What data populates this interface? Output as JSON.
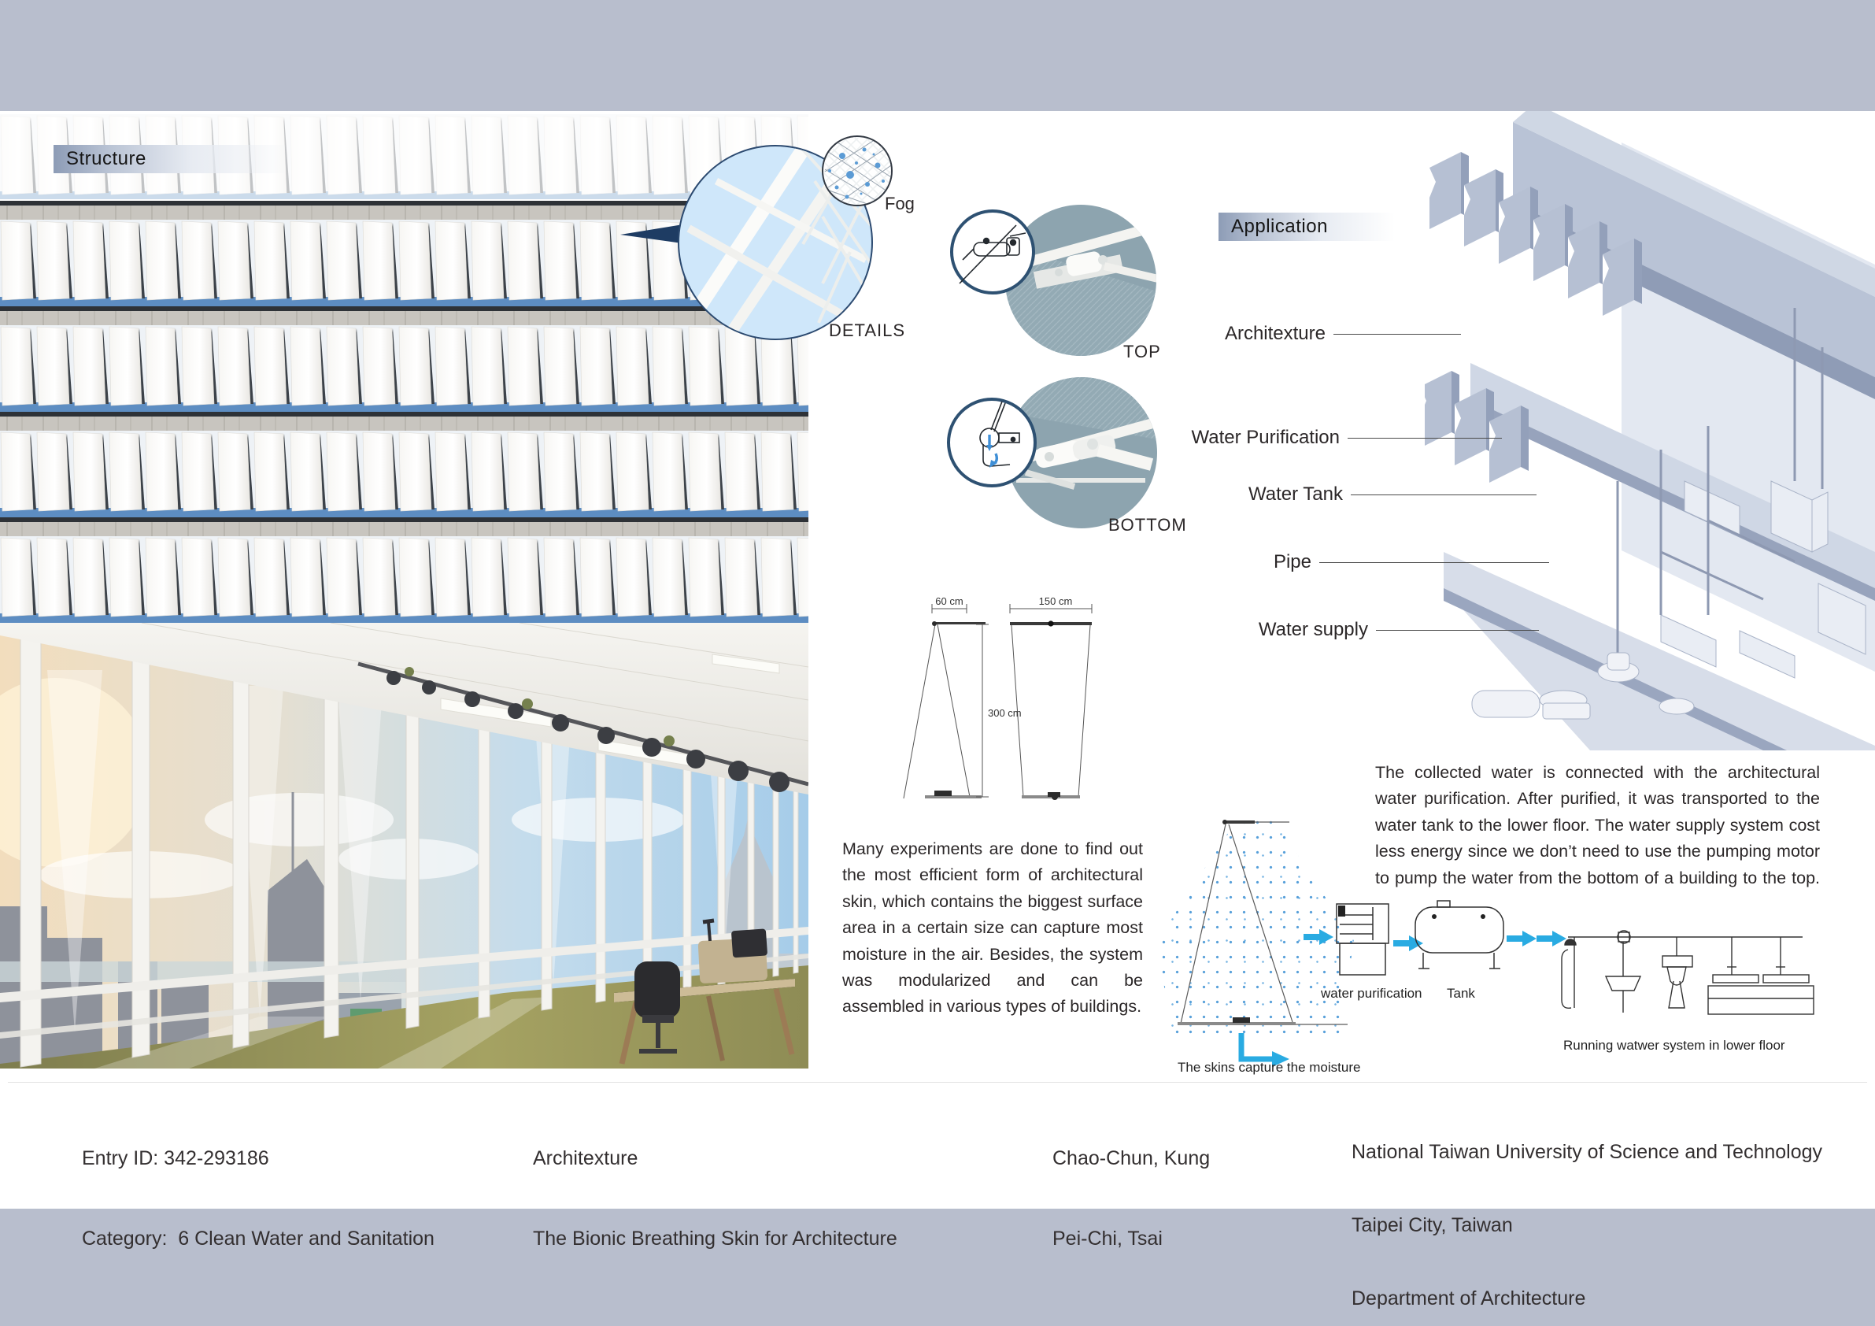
{
  "page": {
    "band_color": "#b8becd",
    "accent_blue": "#29abe2",
    "navy": "#2e4d70"
  },
  "structure_section": {
    "label": "Structure",
    "fog_label": "Fog",
    "details_label": "DETAILS"
  },
  "connection_details": {
    "top_label": "TOP",
    "bottom_label": "BOTTOM"
  },
  "dimensions": {
    "side_width": "60 cm",
    "front_width": "150 cm",
    "height": "300 cm"
  },
  "experiments_paragraph": "Many experiments are done to find out the most efficient form of architectural skin, which contains the biggest surface area in a certain size can capture most moisture in the air. Besides, the system was modularized and can be assembled in various types of buildings.",
  "application_section": {
    "label": "Application",
    "callouts": [
      "Architexture",
      "Water Purification",
      "Water Tank",
      "Pipe",
      "Water supply"
    ]
  },
  "water_flow": {
    "paragraph": "The collected water is connected with the architectural water purification. After purified, it was transported to the water tank to the lower floor. The water supply system cost less energy since we don’t need to use the pumping motor to pump the water from the bottom of a building to the top.",
    "skin_caption": "The skins capture the moisture",
    "purification_label": "water purification",
    "tank_label": "Tank",
    "running_label": "Running watwer system in lower floor"
  },
  "footer": {
    "entry_id": "Entry ID: 342-293186",
    "category": "Category:  6 Clean Water and Sanitation",
    "team_name": "Architexture",
    "project_title": "The Bionic Breathing Skin for Architecture",
    "member_1": "Chao-Chun, Kung",
    "member_2": "Pei-Chi, Tsai",
    "university": "National Taiwan University of Science and Technology",
    "city": "Taipei City, Taiwan",
    "department": "Department of Architecture"
  }
}
